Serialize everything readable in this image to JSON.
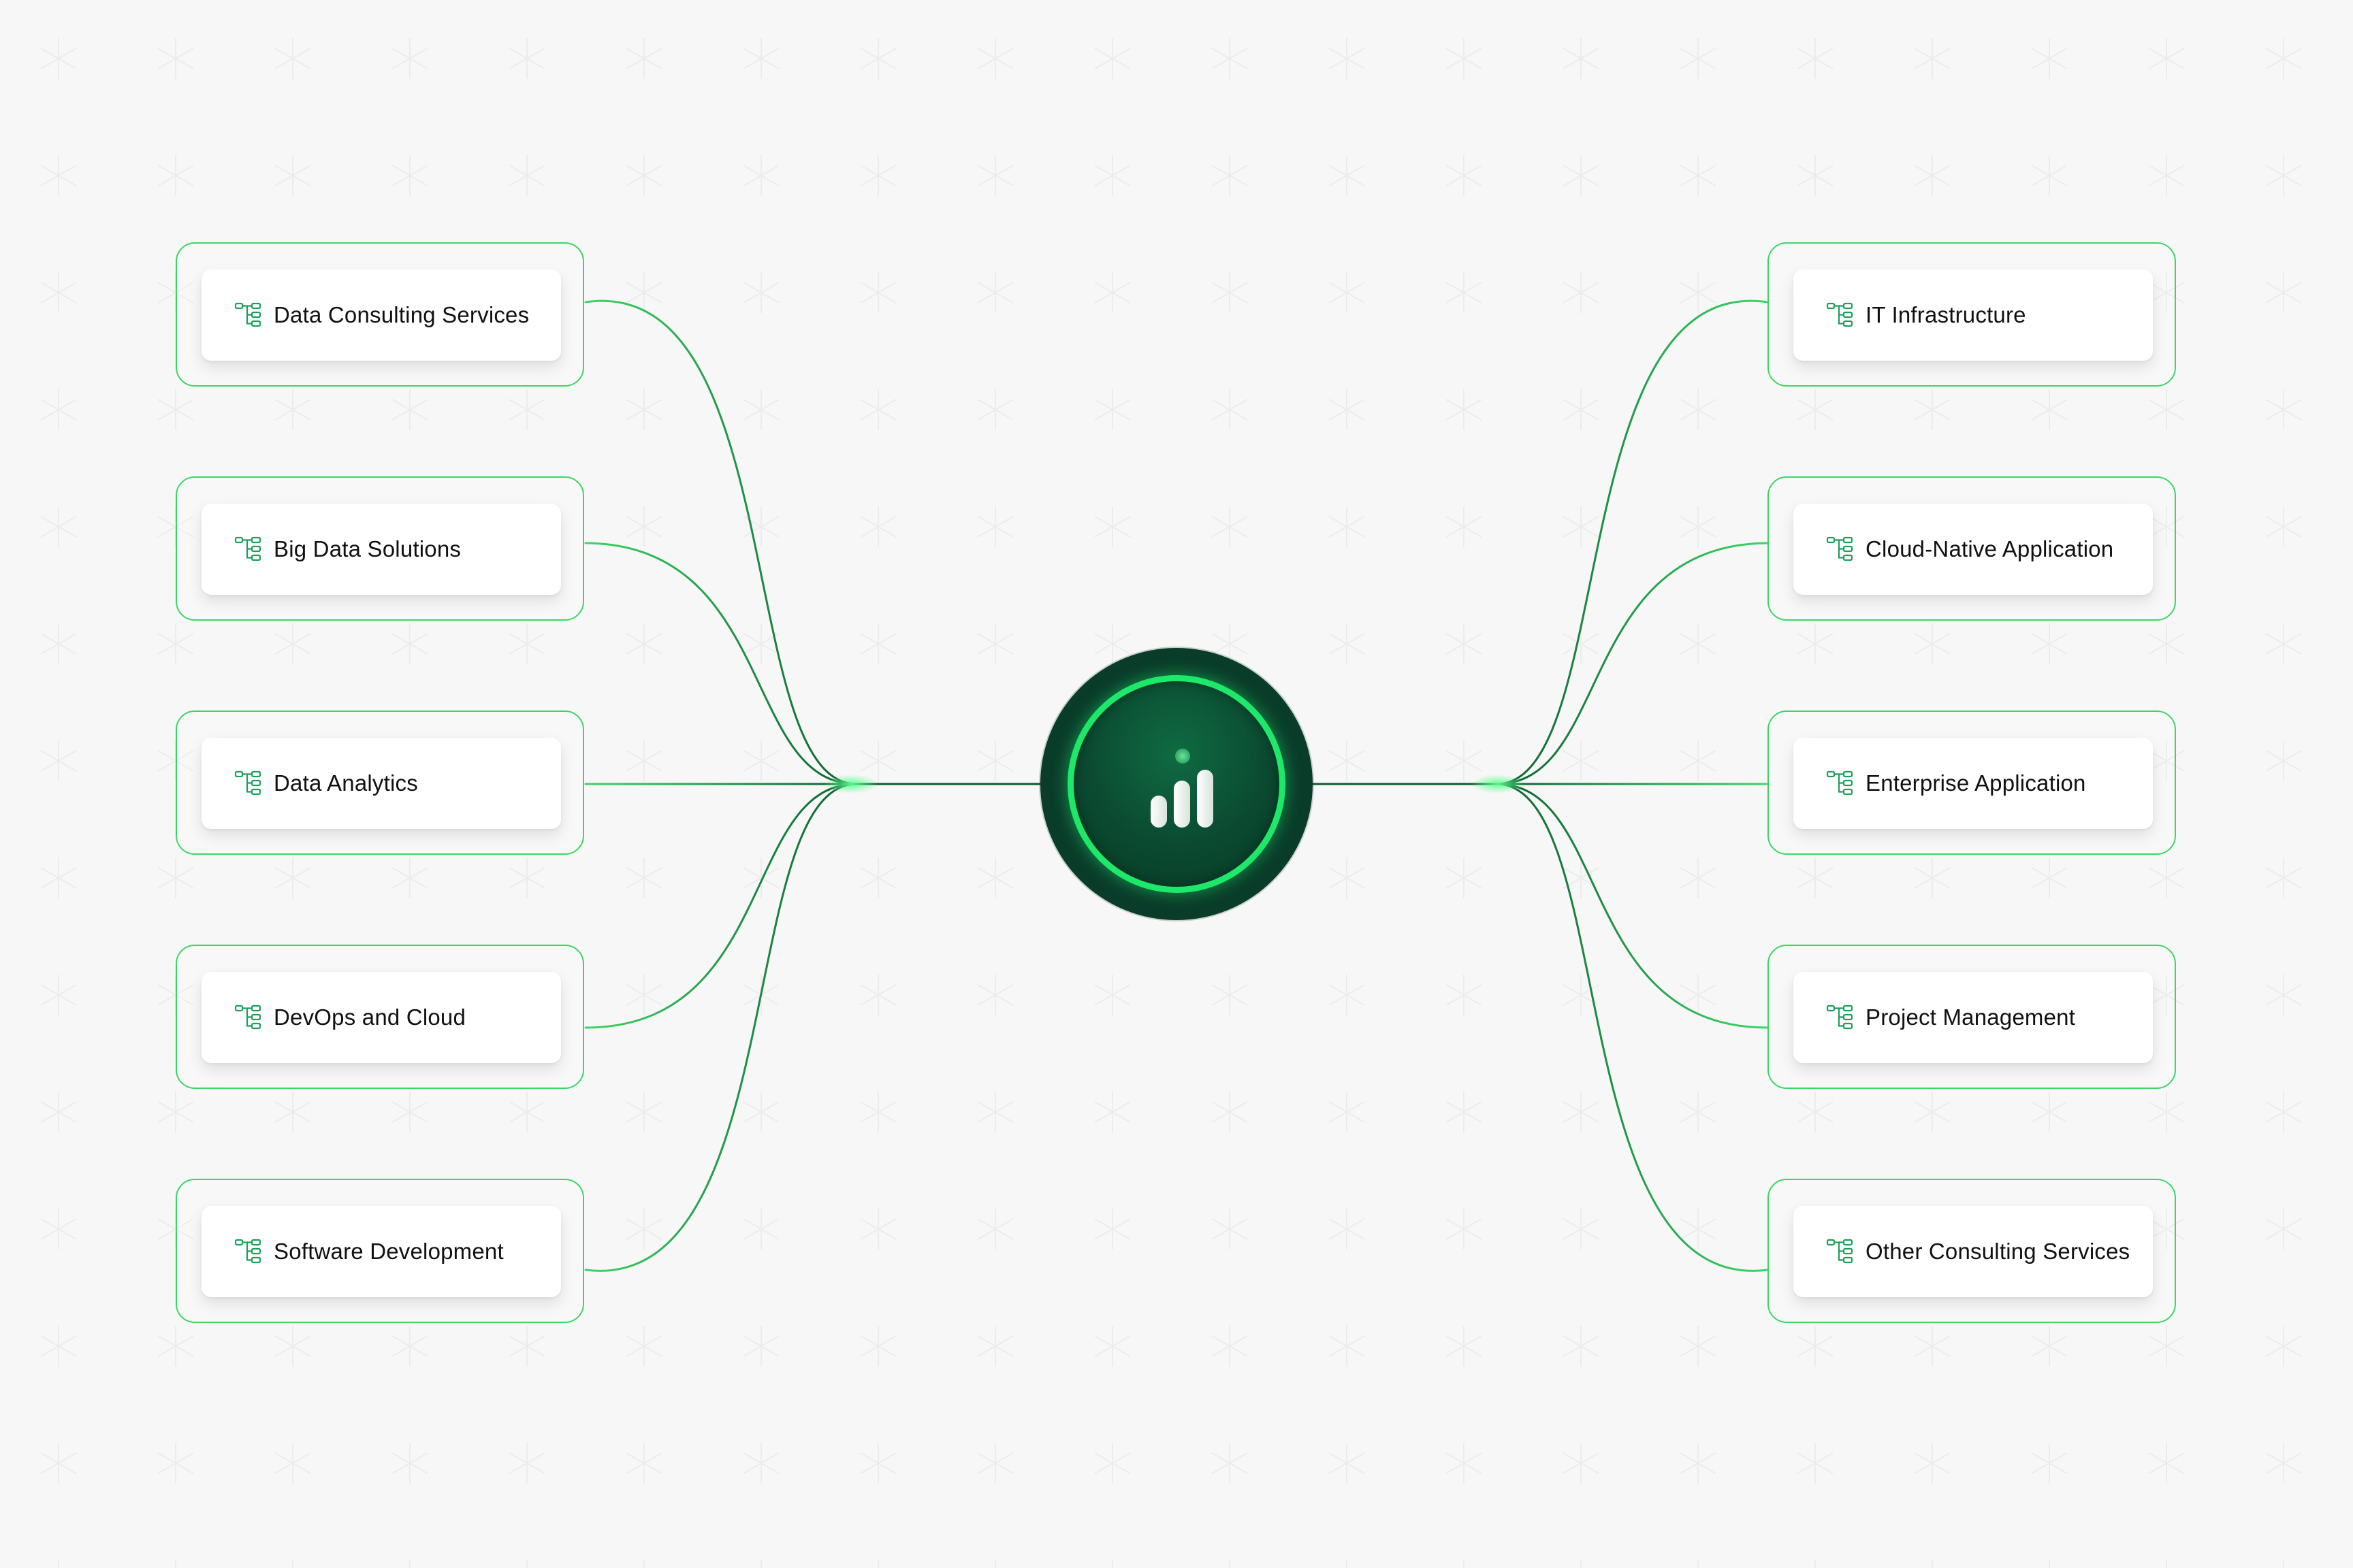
{
  "diagram": {
    "hub": {
      "icon": "bar-chart-icon"
    },
    "left_nodes": [
      {
        "label": "Data Consulting Services",
        "icon": "hierarchy-icon"
      },
      {
        "label": "Big Data Solutions",
        "icon": "hierarchy-icon"
      },
      {
        "label": "Data Analytics",
        "icon": "hierarchy-icon"
      },
      {
        "label": "DevOps and Cloud",
        "icon": "hierarchy-icon"
      },
      {
        "label": "Software Development",
        "icon": "hierarchy-icon"
      }
    ],
    "right_nodes": [
      {
        "label": "IT Infrastructure",
        "icon": "hierarchy-icon"
      },
      {
        "label": "Cloud-Native Application",
        "icon": "hierarchy-icon"
      },
      {
        "label": "Enterprise Application",
        "icon": "hierarchy-icon"
      },
      {
        "label": "Project Management",
        "icon": "hierarchy-icon"
      },
      {
        "label": "Other Consulting Services",
        "icon": "hierarchy-icon"
      }
    ]
  },
  "colors": {
    "accent": "#3bd765",
    "connector_dark": "#0b5a2e",
    "hub_dark": "#0a3c2a",
    "hub_ring": "#1ee86a",
    "background": "#f7f7f7"
  }
}
